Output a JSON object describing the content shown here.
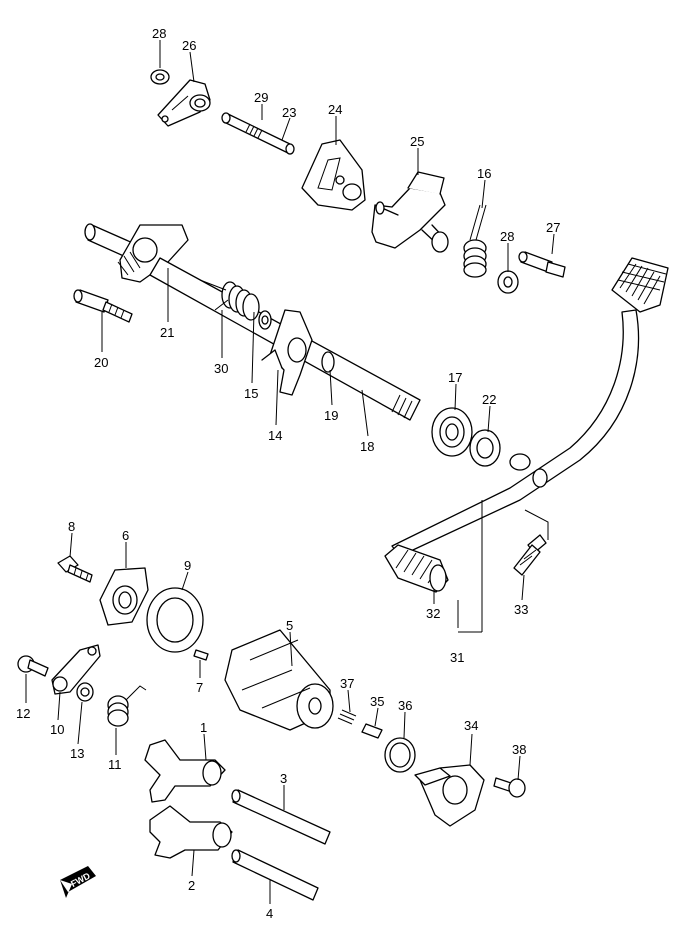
{
  "callouts": [
    {
      "id": "c28a",
      "num": "28"
    },
    {
      "id": "c26",
      "num": "26"
    },
    {
      "id": "c29",
      "num": "29"
    },
    {
      "id": "c23",
      "num": "23"
    },
    {
      "id": "c24",
      "num": "24"
    },
    {
      "id": "c25",
      "num": "25"
    },
    {
      "id": "c16",
      "num": "16"
    },
    {
      "id": "c28b",
      "num": "28"
    },
    {
      "id": "c27",
      "num": "27"
    },
    {
      "id": "c21",
      "num": "21"
    },
    {
      "id": "c20",
      "num": "20"
    },
    {
      "id": "c30",
      "num": "30"
    },
    {
      "id": "c15",
      "num": "15"
    },
    {
      "id": "c14",
      "num": "14"
    },
    {
      "id": "c19",
      "num": "19"
    },
    {
      "id": "c18",
      "num": "18"
    },
    {
      "id": "c17",
      "num": "17"
    },
    {
      "id": "c22",
      "num": "22"
    },
    {
      "id": "c8",
      "num": "8"
    },
    {
      "id": "c6",
      "num": "6"
    },
    {
      "id": "c9",
      "num": "9"
    },
    {
      "id": "c5",
      "num": "5"
    },
    {
      "id": "c7",
      "num": "7"
    },
    {
      "id": "c12",
      "num": "12"
    },
    {
      "id": "c10",
      "num": "10"
    },
    {
      "id": "c13",
      "num": "13"
    },
    {
      "id": "c11",
      "num": "11"
    },
    {
      "id": "c37",
      "num": "37"
    },
    {
      "id": "c35",
      "num": "35"
    },
    {
      "id": "c36",
      "num": "36"
    },
    {
      "id": "c34",
      "num": "34"
    },
    {
      "id": "c38",
      "num": "38"
    },
    {
      "id": "c1",
      "num": "1"
    },
    {
      "id": "c3",
      "num": "3"
    },
    {
      "id": "c2",
      "num": "2"
    },
    {
      "id": "c4",
      "num": "4"
    },
    {
      "id": "c32",
      "num": "32"
    },
    {
      "id": "c33",
      "num": "33"
    },
    {
      "id": "c31",
      "num": "31"
    }
  ],
  "fwd_label": "FWD"
}
